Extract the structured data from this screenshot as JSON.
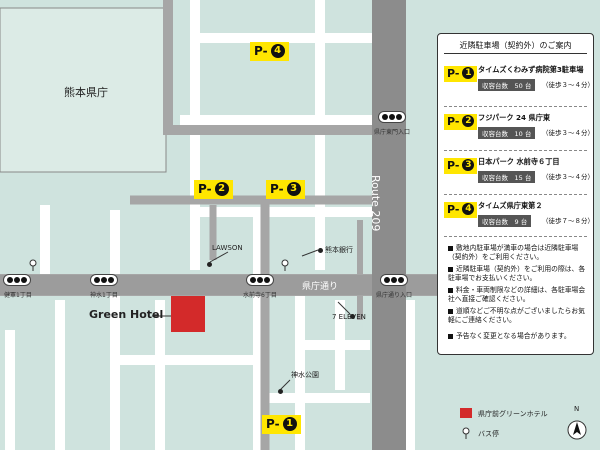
{
  "places": {
    "prefecture_office": "熊本県庁",
    "hotel": "Green Hotel",
    "lawson": "LAWSON",
    "bank": "熊本銀行",
    "seven_eleven": "7 ELEVEN",
    "park": "神水公園",
    "road_prefecture": "県庁通り",
    "route": "Route 209"
  },
  "parking_markers": [
    {
      "id": "p4",
      "prefix": "P-",
      "num": "4"
    },
    {
      "id": "p2",
      "prefix": "P-",
      "num": "2"
    },
    {
      "id": "p3",
      "prefix": "P-",
      "num": "3"
    },
    {
      "id": "p1",
      "prefix": "P-",
      "num": "1"
    }
  ],
  "signals": {
    "nw": "県庁東門入口",
    "w": "健軍1丁目",
    "wc": "神水1丁目",
    "c": "水前寺6丁目",
    "e": "県庁通り入口"
  },
  "guide": {
    "title": "近隣駐車場（契約外）のご案内",
    "lots": [
      {
        "prefix": "P-",
        "num": "1",
        "name": "タイムズくわみず病院第3駐車場",
        "capacity": "収容台数　50 台",
        "walk": "（徒歩３～４分）"
      },
      {
        "prefix": "P-",
        "num": "2",
        "name": "フジパーク 24 県庁東",
        "capacity": "収容台数　10 台",
        "walk": "（徒歩３～４分）"
      },
      {
        "prefix": "P-",
        "num": "3",
        "name": "日本パーク 水前寺６丁目",
        "capacity": "収容台数　15 台",
        "walk": "（徒歩３～４分）"
      },
      {
        "prefix": "P-",
        "num": "4",
        "name": "タイムズ県庁東第２",
        "capacity": "収容台数　9 台",
        "walk": "（徒歩７～８分）"
      }
    ],
    "notes": [
      "敷地内駐車場が満車の場合は近隣駐車場（契約外）をご利用ください。",
      "近隣駐車場（契約外）をご利用の際は、各駐車場でお支払いください。",
      "料金・車両制限などの詳細は、各駐車場会社へ直接ご確認ください。",
      "道順などご不明な点がございましたらお気軽にご連絡ください。",
      "予告なく変更となる場合があります。"
    ]
  },
  "legend": {
    "hotel_label": "県庁前グリーンホテル",
    "bus_label": "バス停",
    "north": "N"
  },
  "colors": {
    "background": "#cfe3de",
    "road": "#a6a6a6",
    "major_road": "#8c8c8c",
    "block": "#ffffff",
    "parking": "#ffe600",
    "hotel": "#d32a2a"
  }
}
